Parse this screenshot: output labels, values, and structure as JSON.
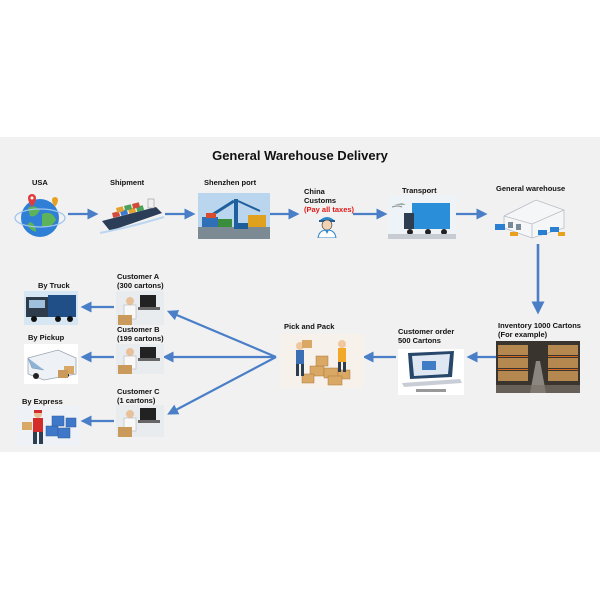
{
  "title": "General Warehouse Delivery",
  "nodes": {
    "usa": {
      "label": "USA",
      "icon": "globe-map-pin-icon"
    },
    "shipment": {
      "label": "Shipment",
      "icon": "container-ship-icon"
    },
    "shenzhen_port": {
      "label": "Shenzhen port",
      "icon": "port-crane-icon"
    },
    "china_customs": {
      "label_lines": [
        "China",
        "Customs"
      ],
      "note": "(Pay all taxes)",
      "icon": "customs-officer-icon"
    },
    "transport": {
      "label": "Transport",
      "icon": "freight-truck-icon"
    },
    "general_warehouse": {
      "label": "General warehouse",
      "icon": "warehouse-building-icon"
    },
    "inventory": {
      "label_lines": [
        "Inventory 1000 Cartons",
        "(For example)"
      ],
      "icon": "warehouse-shelves-icon"
    },
    "customer_order": {
      "label_lines": [
        "Customer order",
        "500 Cartons"
      ],
      "icon": "laptop-order-icon"
    },
    "pick_and_pack": {
      "label": "Pick and Pack",
      "icon": "workers-packing-icon"
    },
    "customer_a": {
      "label_lines": [
        "Customer A",
        "(300 cartons)"
      ],
      "icon": "office-worker-icon"
    },
    "customer_b": {
      "label_lines": [
        "Customer B",
        "(199 cartons)"
      ],
      "icon": "office-worker-icon"
    },
    "customer_c": {
      "label_lines": [
        "Customer C",
        "(1 cartons)"
      ],
      "icon": "office-worker-icon"
    },
    "by_truck": {
      "label": "By Truck",
      "icon": "truck-icon"
    },
    "by_pickup": {
      "label": "By Pickup",
      "icon": "van-icon"
    },
    "by_express": {
      "label": "By Express",
      "icon": "courier-icon"
    }
  },
  "colors": {
    "arrow": "#4a7fc8",
    "note": "#e01818",
    "panel": "#f1f1f1"
  }
}
